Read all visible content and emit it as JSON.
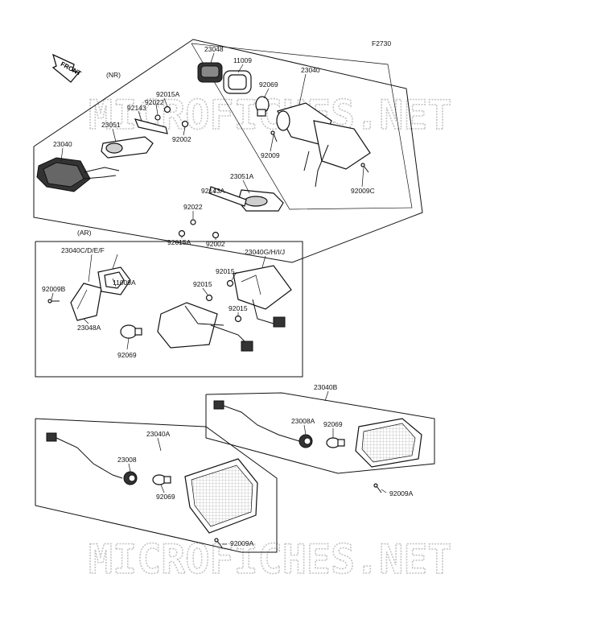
{
  "figure_code": "F2730",
  "front_label": "FRONT",
  "watermark": "MICROFICHES.NET",
  "groups": {
    "nr": "(NR)",
    "ar": "(AR)"
  },
  "labels": {
    "p23048": "23048",
    "p11009": "11009",
    "p23040": "23040",
    "p92069a": "92069",
    "p92009": "92009",
    "p92009c": "92009C",
    "p92015a1": "92015A",
    "p92022a": "92022",
    "p92143a": "92143",
    "p23051": "23051",
    "p92002a": "92002",
    "p23040l": "23040",
    "p23051a": "23051A",
    "p92143ab": "92143A",
    "p92022b": "92022",
    "p92015a2": "92015A",
    "p92002b": "92002",
    "p23040cdef": "23040C/D/E/F",
    "p92009b": "92009B",
    "p11009a": "11009A",
    "p23048a": "23048A",
    "p92069b": "92069",
    "p92015l": "92015",
    "p92015m": "92015",
    "p92015n": "92015",
    "p23040ghij": "23040G/H/I/J",
    "p23040b": "23040B",
    "p23008a": "23008A",
    "p92069c": "92069",
    "p92009a1": "92009A",
    "p23040a": "23040A",
    "p23008": "23008",
    "p92069d": "92069",
    "p92009a2": "92009A"
  }
}
